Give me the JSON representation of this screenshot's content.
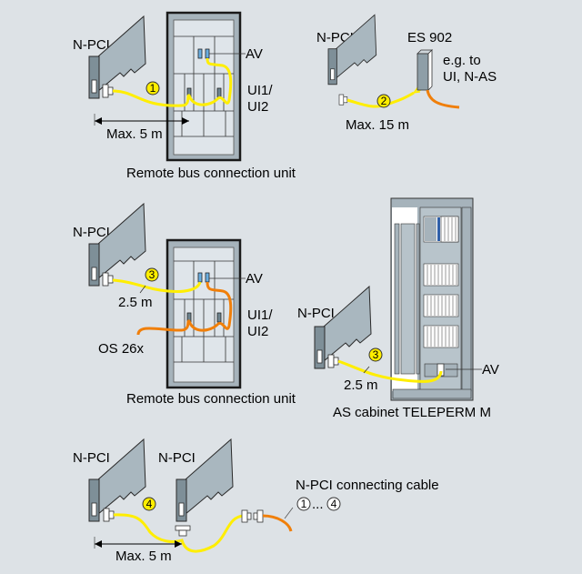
{
  "diagram": {
    "colors": {
      "background": "#dde2e6",
      "bus_cable": "#ffee00",
      "device_cable": "#f07f0a",
      "card": "#a9b7bf",
      "cabinet_frame": "#1a1a1a",
      "badge_yellow": "#ffee00"
    },
    "section1": {
      "card_label": "N-PCI",
      "badge": "1",
      "distance": "Max. 5 m",
      "av_label": "AV",
      "ui_label_1": "UI1/",
      "ui_label_2": "UI2",
      "caption": "Remote bus connection unit"
    },
    "section2": {
      "card_label": "N-PCI",
      "device_label": "ES 902",
      "target_1": "e.g. to",
      "target_2": "UI, N-AS",
      "badge": "2",
      "distance": "Max. 15 m"
    },
    "section3": {
      "card_label": "N-PCI",
      "badge": "3",
      "distance": "2.5 m",
      "av_label": "AV",
      "ui_label_1": "UI1/",
      "ui_label_2": "UI2",
      "os_label": "OS 26x",
      "caption": "Remote bus connection unit"
    },
    "section4": {
      "card_label": "N-PCI",
      "badge": "3",
      "distance": "2.5 m",
      "av_label": "AV",
      "caption": "AS cabinet TELEPERM M"
    },
    "section5": {
      "card_label_1": "N-PCI",
      "card_label_2": "N-PCI",
      "badge": "4",
      "distance": "Max. 5 m",
      "cable_label": "N-PCI connecting cable",
      "range_start": "1",
      "range_sep": "...",
      "range_end": "4"
    }
  }
}
